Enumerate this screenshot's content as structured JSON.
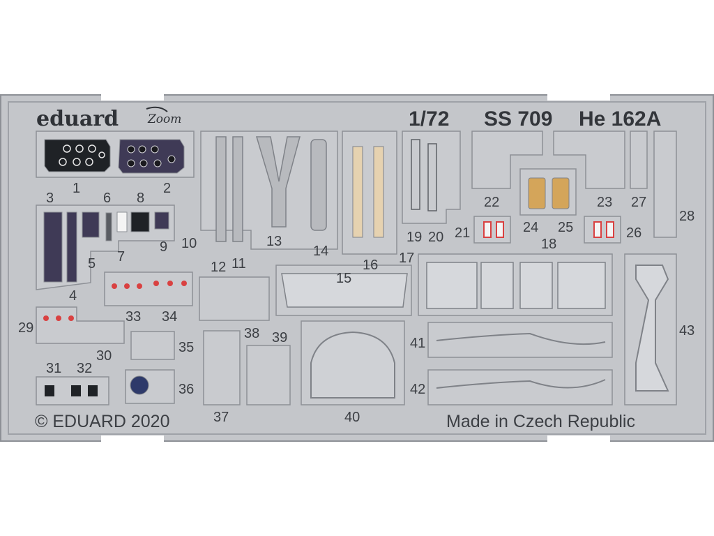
{
  "header": {
    "brand": "eduard",
    "zoom_logo": "Zoom",
    "scale": "1/72",
    "set_code": "SS 709",
    "aircraft": "He 162A"
  },
  "footer": {
    "copyright": "© EDUARD 2020",
    "origin": "Made in Czech Republic"
  },
  "colors": {
    "fret": "#c4c6ca",
    "fret_edge": "#8d9096",
    "tab": "#d4d6da",
    "instrument_panel_dark": "#1f2226",
    "instrument_panel_purple": "#3f3a56",
    "harness_beige": "#e6d2b0",
    "headrest_tan": "#d4a55a",
    "placard_red": "#d94141"
  },
  "part_numbers": [
    "1",
    "2",
    "3",
    "4",
    "5",
    "6",
    "7",
    "8",
    "9",
    "10",
    "11",
    "12",
    "13",
    "14",
    "15",
    "16",
    "17",
    "18",
    "19",
    "20",
    "21",
    "22",
    "23",
    "24",
    "25",
    "26",
    "27",
    "28",
    "29",
    "30",
    "31",
    "32",
    "33",
    "34",
    "35",
    "36",
    "37",
    "38",
    "39",
    "40",
    "41",
    "42",
    "43"
  ]
}
